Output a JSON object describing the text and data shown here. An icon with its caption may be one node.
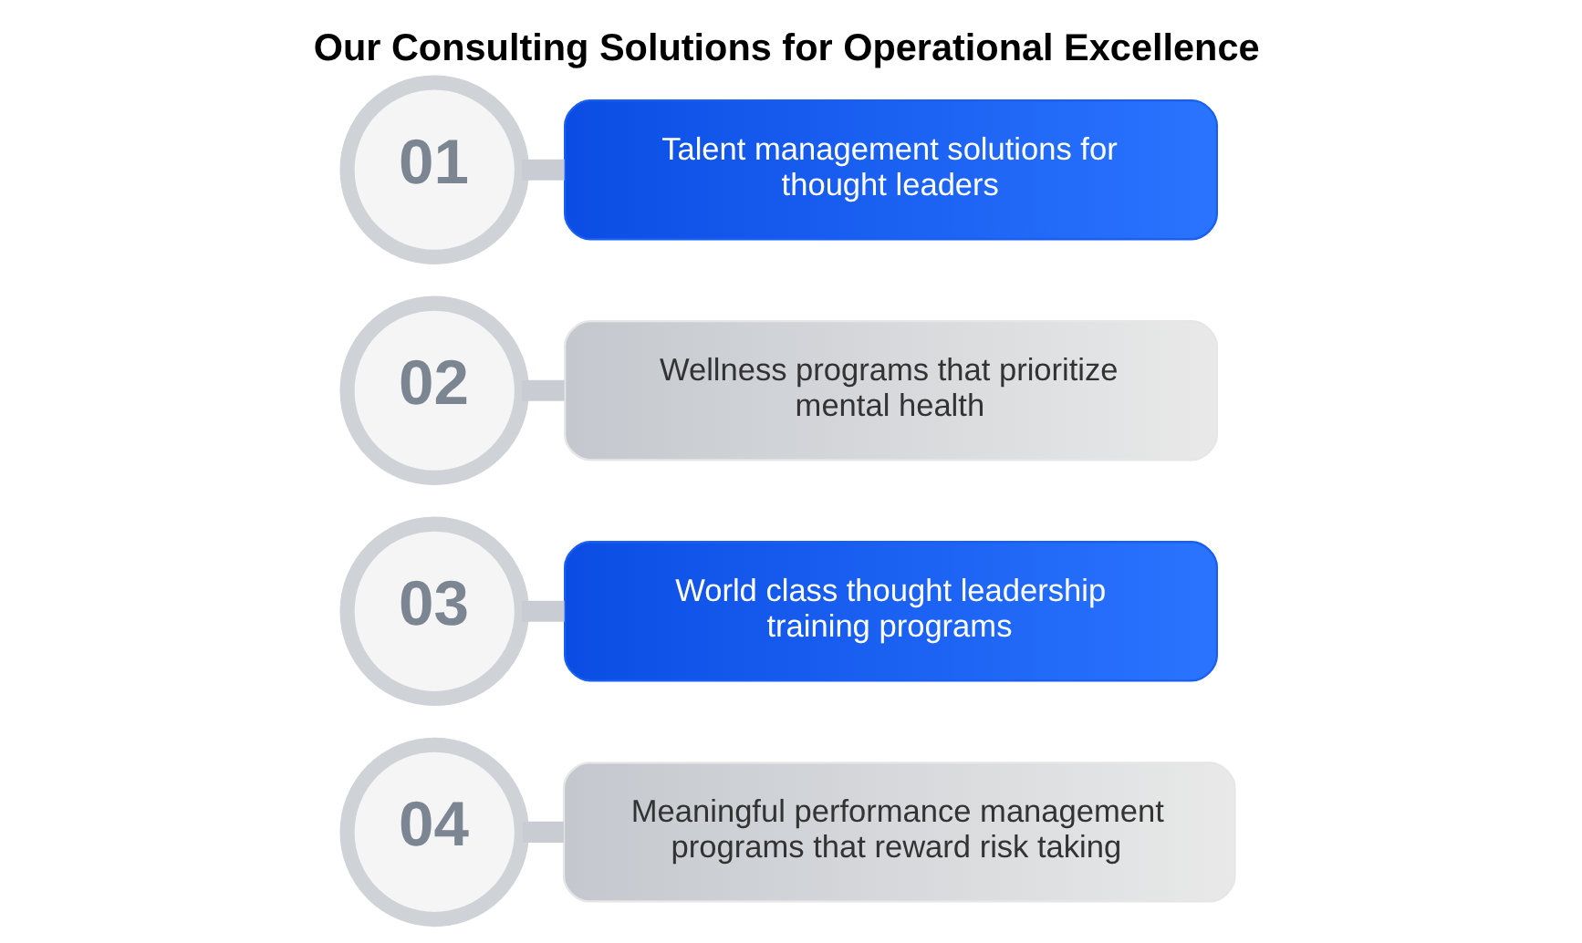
{
  "diagram": {
    "title": "Our Consulting Solutions for Operational Excellence",
    "nodes": [
      {
        "text": [
          "01"
        ]
      },
      {
        "text": [
          "Talent management solutions for thought leaders"
        ]
      },
      {
        "text": [
          "02"
        ]
      },
      {
        "text": [
          "Wellness programs that prioritize mental health"
        ]
      },
      {
        "text": [
          "03"
        ]
      },
      {
        "text": [
          "World class thought leadership training programs"
        ]
      },
      {
        "text": [
          "04"
        ]
      },
      {
        "text": [
          "Meaningful performance management programs that reward risk taking"
        ]
      }
    ],
    "edges": [
      {
        "from": 0,
        "to": 1,
        "arrow": "none"
      },
      {
        "from": 2,
        "to": 3,
        "arrow": "none"
      },
      {
        "from": 4,
        "to": 5,
        "arrow": "none"
      },
      {
        "from": 6,
        "to": 7,
        "arrow": "none"
      }
    ]
  }
}
